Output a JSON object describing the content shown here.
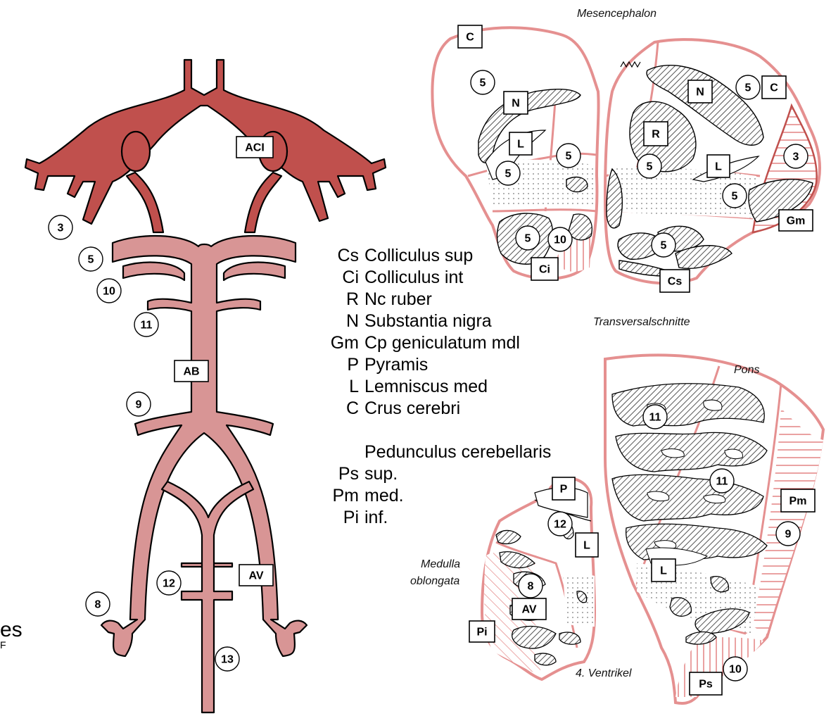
{
  "boxes": {
    "aci": "ACI",
    "ab": "AB",
    "av": "AV",
    "c1": "C",
    "c2": "C",
    "n1": "N",
    "n2": "N",
    "l1": "L",
    "l2": "L",
    "r": "R",
    "ci": "Ci",
    "cs": "Cs",
    "gm": "Gm",
    "p": "P",
    "l3": "L",
    "pi": "Pi",
    "av2": "AV",
    "l4": "L",
    "pm": "Pm",
    "ps": "Ps"
  },
  "circles": {
    "a3": "3",
    "a5": "5",
    "a10": "10",
    "a11": "11",
    "a9": "9",
    "a8": "8",
    "a12": "12",
    "a13": "13",
    "m5a": "5",
    "m5b": "5",
    "m5c": "5",
    "m5d": "5",
    "m10": "10",
    "m5e": "5",
    "m5f": "5",
    "m5g": "5",
    "m5h": "5",
    "m3": "3",
    "o12": "12",
    "o8": "8",
    "p11a": "11",
    "p11b": "11",
    "p9": "9",
    "p10": "10"
  },
  "captions": {
    "mesencephalon": "Mesencephalon",
    "transversal": "Transversalschnitte",
    "pons": "Pons",
    "medulla1": "Medulla",
    "medulla2": "oblongata",
    "ventrikel": "4. Ventrikel"
  },
  "legend": [
    {
      "abbr": "Cs",
      "text": "Colliculus sup"
    },
    {
      "abbr": "Ci",
      "text": "Colliculus int"
    },
    {
      "abbr": "R",
      "text": "Nc ruber"
    },
    {
      "abbr": "N",
      "text": "Substantia nigra"
    },
    {
      "abbr": "Gm",
      "text": "Cp geniculatum mdl"
    },
    {
      "abbr": "P",
      "text": "Pyramis"
    },
    {
      "abbr": "L",
      "text": "Lemniscus med"
    },
    {
      "abbr": "C",
      "text": "Crus cerebri"
    },
    {
      "abbr": "",
      "text": ""
    },
    {
      "abbr": "",
      "text": "Pedunculus cerebellaris"
    },
    {
      "abbr": "Ps",
      "text": "sup."
    },
    {
      "abbr": "Pm",
      "text": "med."
    },
    {
      "abbr": "Pi",
      "text": "inf."
    }
  ],
  "cutoff": {
    "big": "es",
    "small": "F"
  },
  "colors": {
    "artery_dark": "#c0504d",
    "artery_light": "#d89595",
    "section_outline": "#e59090",
    "hatch": "#555555"
  }
}
